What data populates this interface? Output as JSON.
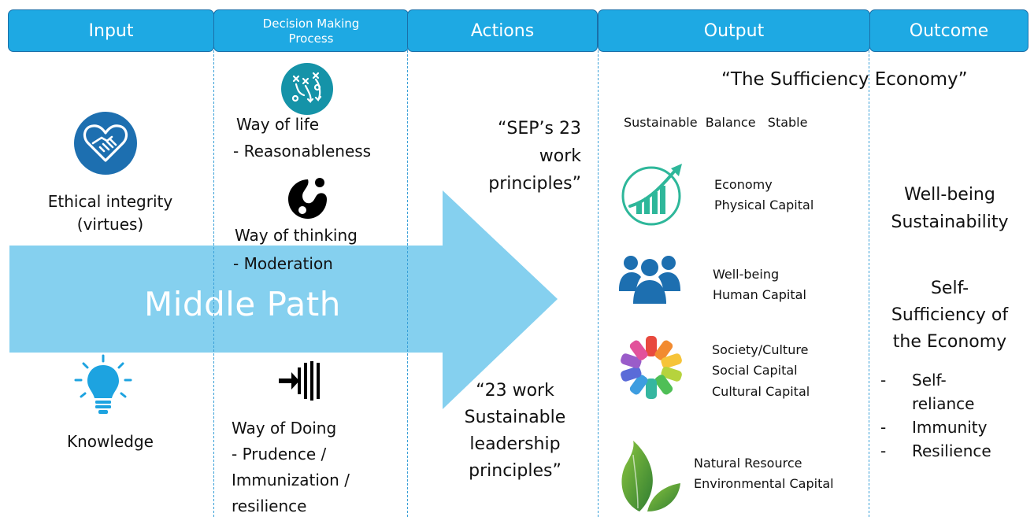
{
  "headers": {
    "input": "Input",
    "decision": "Decision Making Process",
    "actions": "Actions",
    "output": "Output",
    "outcome": "Outcome"
  },
  "arrow_label": "Middle Path",
  "input": {
    "ethical_line1": "Ethical integrity",
    "ethical_line2": "(virtues)",
    "knowledge": "Knowledge"
  },
  "decision": {
    "life_title": "Way of life",
    "life_item": "- Reasonableness",
    "thinking_title": "Way of thinking",
    "thinking_item": "- Moderation",
    "doing_title": "Way of Doing",
    "doing_item1": "- Prudence /",
    "doing_item2": "Immunization /",
    "doing_item3": "resilience"
  },
  "actions": {
    "top_line1": "“SEP’s 23",
    "top_line2": "work",
    "top_line3": "principles”",
    "bottom_line1": "“23 work",
    "bottom_line2": "Sustainable",
    "bottom_line3": "leadership",
    "bottom_line4": "principles”"
  },
  "output": {
    "sufficiency": "“The Sufficiency Economy”",
    "tagline": "Sustainable  Balance   Stable",
    "economy_line1": "Economy",
    "economy_line2": "Physical Capital",
    "wellbeing_line1": "Well-being",
    "wellbeing_line2": "Human Capital",
    "society_line1": "Society/Culture",
    "society_line2": "Social Capital",
    "society_line3": "Cultural Capital",
    "natural_line1": "Natural Resource",
    "natural_line2": "Environmental Capital"
  },
  "outcome": {
    "line1": "Well-being",
    "line2": "Sustainability",
    "self1": "Self-",
    "self2": "Sufficiency of",
    "self3": "the Economy",
    "bullets": [
      "Self-",
      "reliance",
      "Immunity",
      "Resilience"
    ],
    "dash": "-"
  },
  "icons": {
    "ethical": "heart-handshake-icon",
    "knowledge": "lightbulb-icon",
    "life": "strategy-play-icon",
    "thinking": "yin-yang-icon",
    "doing": "forward-motion-icon",
    "economy": "growth-chart-icon",
    "wellbeing": "people-group-icon",
    "society": "circle-of-hands-icon",
    "natural": "leaves-icon"
  },
  "colors": {
    "header": "#1ea9e3",
    "header_border": "#1b6fa8",
    "arrow": "#85d0ef",
    "icon_blue": "#1d6fb0",
    "teal": "#1593a8",
    "green_chart": "#2eb79a",
    "lightbulb": "#1da3e0"
  }
}
